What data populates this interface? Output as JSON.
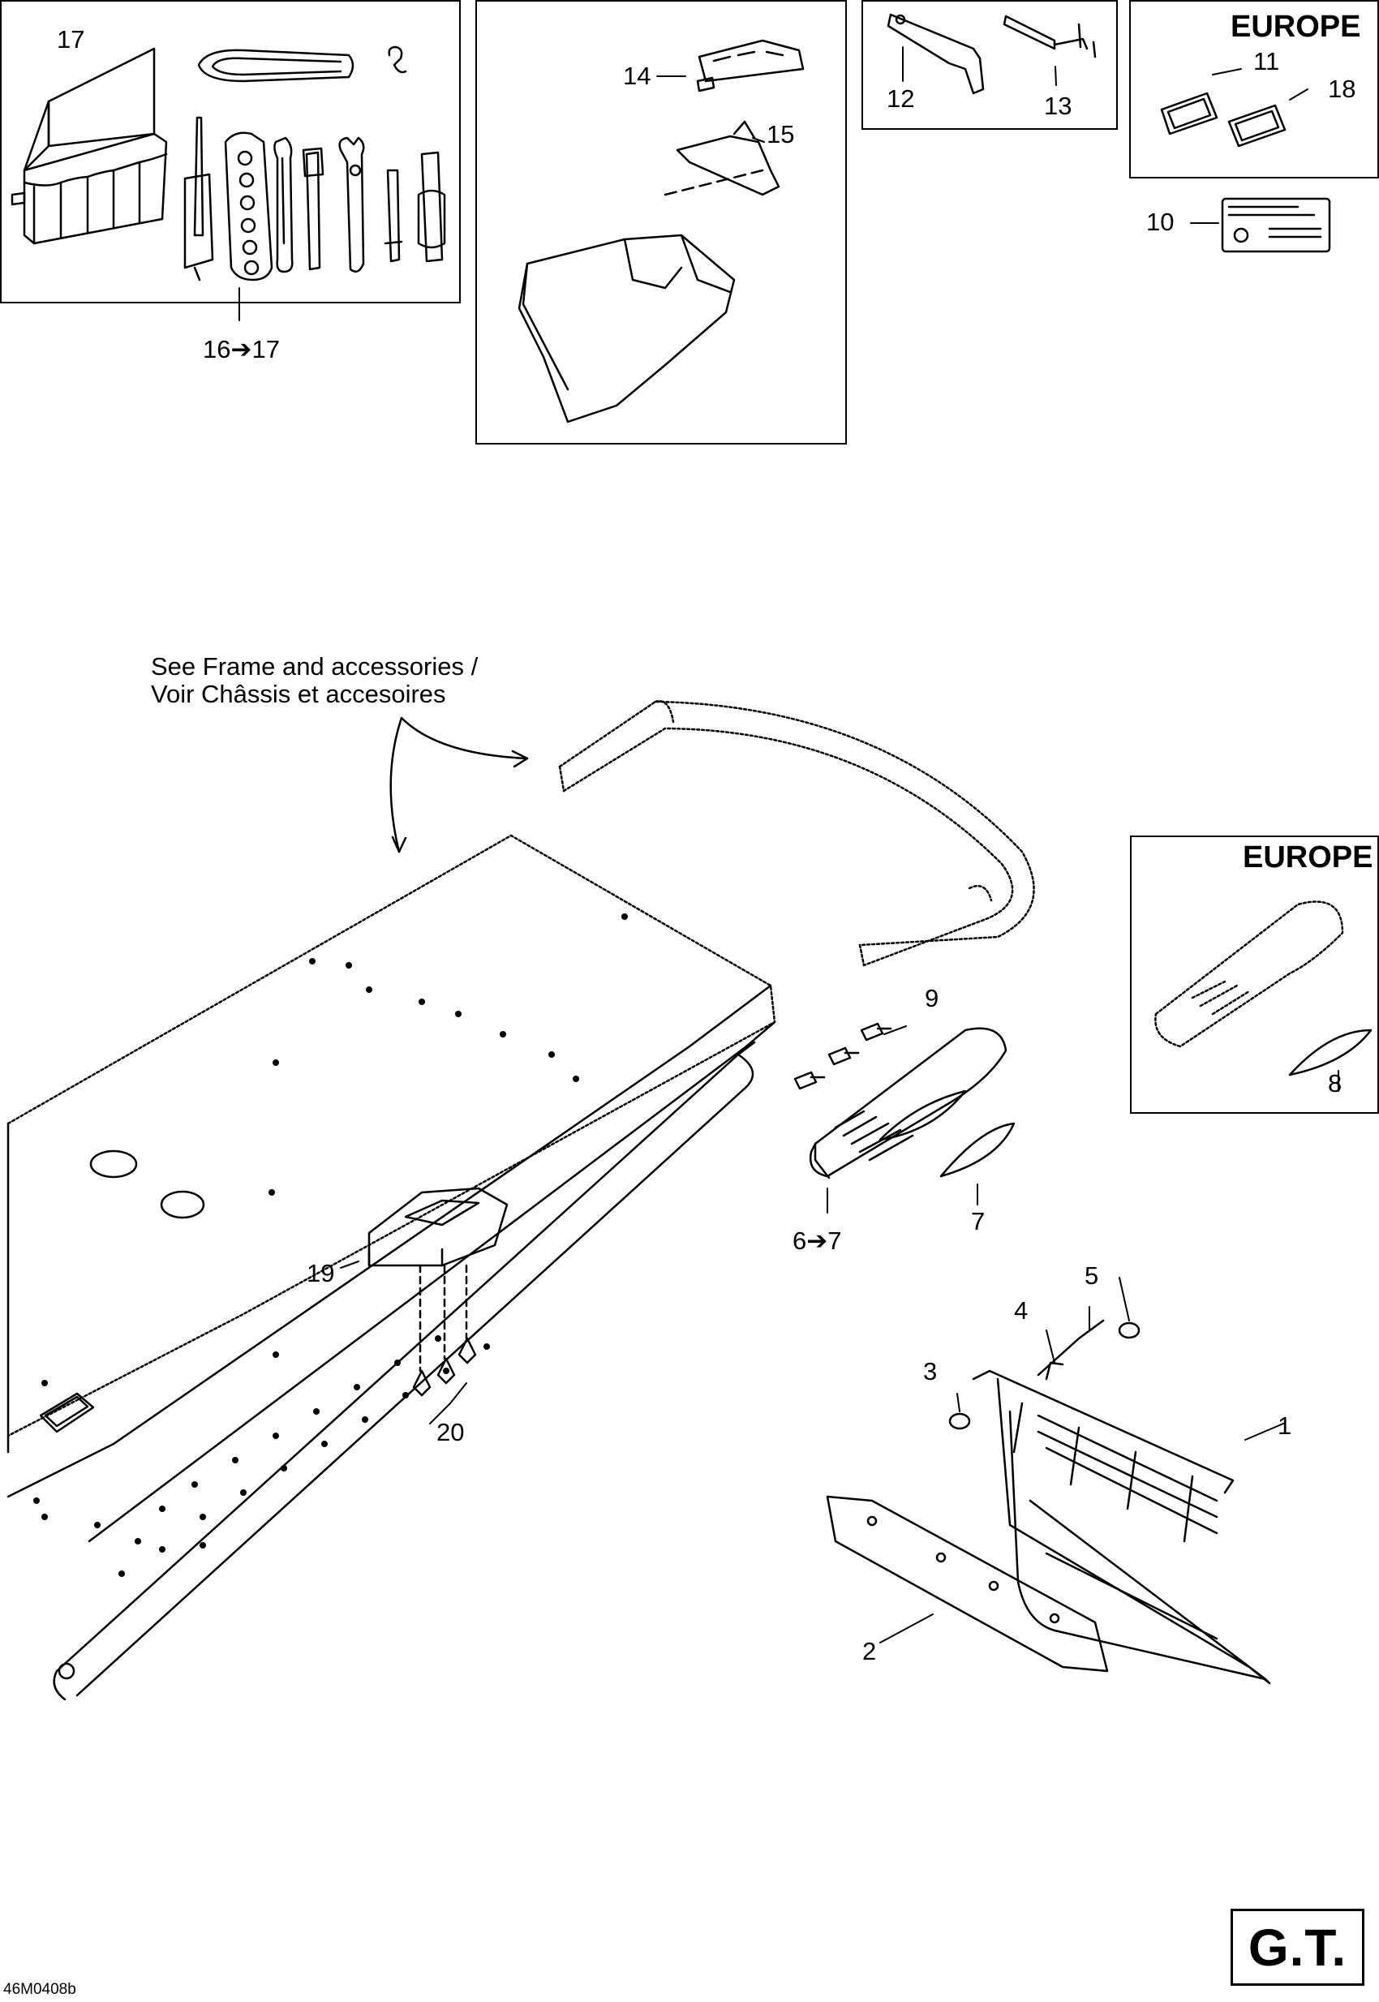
{
  "callouts": {
    "c1": "1",
    "c2": "2",
    "c3": "3",
    "c4": "4",
    "c5": "5",
    "c6to7": "6➔7",
    "c7": "7",
    "c8": "8",
    "c9": "9",
    "c10": "10",
    "c11": "11",
    "c12": "12",
    "c13": "13",
    "c14": "14",
    "c15": "15",
    "c16to17": "16➔17",
    "c17": "17",
    "c18": "18",
    "c19": "19",
    "c20": "20"
  },
  "regions": {
    "europe_top": "EUROPE",
    "europe_mid": "EUROPE"
  },
  "note": {
    "line1": "See Frame and accessories /",
    "line2": "Voir Châssis et accesoires"
  },
  "model_badge": "G.T.",
  "drawing_code": "46M0408b"
}
